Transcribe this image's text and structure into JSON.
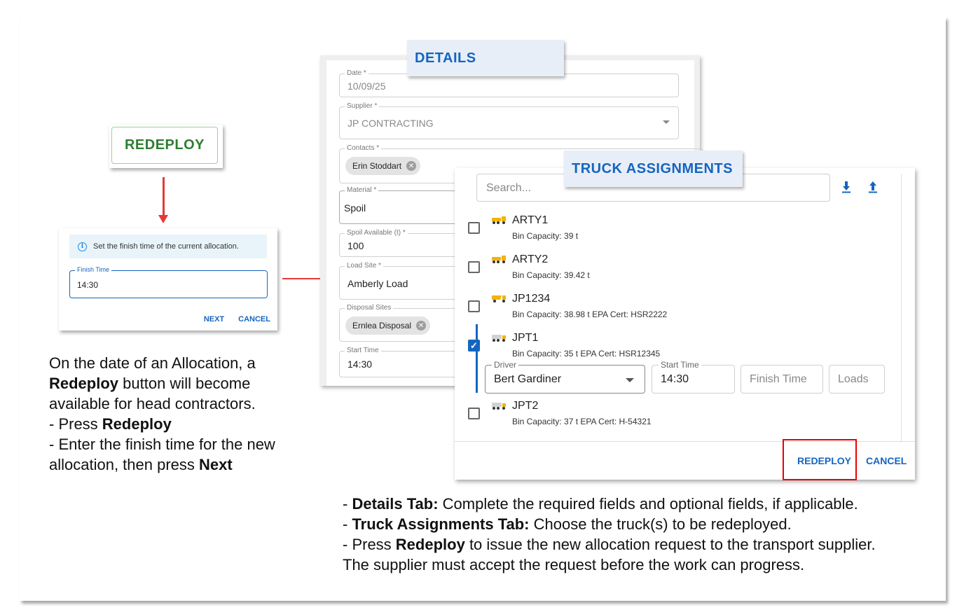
{
  "redeploy_button": {
    "label": "REDEPLOY"
  },
  "finish_dialog": {
    "info_text": "Set the finish time of the current allocation.",
    "field_label": "Finish Time",
    "field_value": "14:30",
    "next_label": "NEXT",
    "cancel_label": "CANCEL"
  },
  "left_instructions": {
    "p1_a": "On the date of an Allocation, a",
    "p1_b": "Redeploy",
    "p1_c": " button will become available for head contractors.",
    "p2_a": "- Press ",
    "p2_b": "Redeploy",
    "p3_a": "- Enter the finish time for the new allocation, then press ",
    "p3_b": "Next"
  },
  "details": {
    "tab_label": "DETAILS",
    "date": {
      "label": "Date *",
      "value": "10/09/25"
    },
    "supplier": {
      "label": "Supplier *",
      "value": "JP CONTRACTING"
    },
    "contacts": {
      "label": "Contacts *",
      "chip": "Erin Stoddart"
    },
    "material": {
      "label": "Material *",
      "value": "Spoil"
    },
    "spoil_available": {
      "label": "Spoil Available (t) *",
      "value": "100"
    },
    "load_site": {
      "label": "Load Site *",
      "value": "Amberly Load"
    },
    "disposal_sites": {
      "label": "Disposal Sites",
      "chip": "Ernlea Disposal"
    },
    "start_time": {
      "label": "Start Time",
      "value": "14:30"
    }
  },
  "trucks": {
    "tab_label": "TRUCK ASSIGNMENTS",
    "search_placeholder": "Search...",
    "rows": [
      {
        "name": "ARTY1",
        "sub": "Bin Capacity: 39 t",
        "checked": false
      },
      {
        "name": "ARTY2",
        "sub": "Bin Capacity: 39.42 t",
        "checked": false
      },
      {
        "name": "JP1234",
        "sub": "Bin Capacity: 38.98 t  EPA Cert: HSR2222",
        "checked": false
      },
      {
        "name": "JPT1",
        "sub": "Bin Capacity: 35 t  EPA Cert: HSR12345",
        "checked": true
      },
      {
        "name": "JPT2",
        "sub": "Bin Capacity: 37 t  EPA Cert: H-54321",
        "checked": false
      }
    ],
    "driver": {
      "label": "Driver",
      "value": "Bert Gardiner"
    },
    "start_time": {
      "label": "Start Time",
      "value": "14:30"
    },
    "finish_time_placeholder": "Finish Time",
    "loads_placeholder": "Loads",
    "redeploy_label": "REDEPLOY",
    "cancel_label": "CANCEL"
  },
  "bottom_instructions": {
    "l1_a": "- ",
    "l1_b": "Details Tab:",
    "l1_c": " Complete the required fields and optional fields, if applicable.",
    "l2_a": "- ",
    "l2_b": "Truck Assignments Tab:",
    "l2_c": " Choose the truck(s) to be redeployed.",
    "l3_a": "- Press ",
    "l3_b": "Redeploy",
    "l3_c": " to issue the new allocation request to the transport supplier.",
    "l4": "The supplier must accept the request before the work can progress."
  },
  "colors": {
    "primary": "#1565c0",
    "success": "#2e7d32",
    "highlight": "#e53935",
    "truck_yellow": "#f2b400"
  }
}
